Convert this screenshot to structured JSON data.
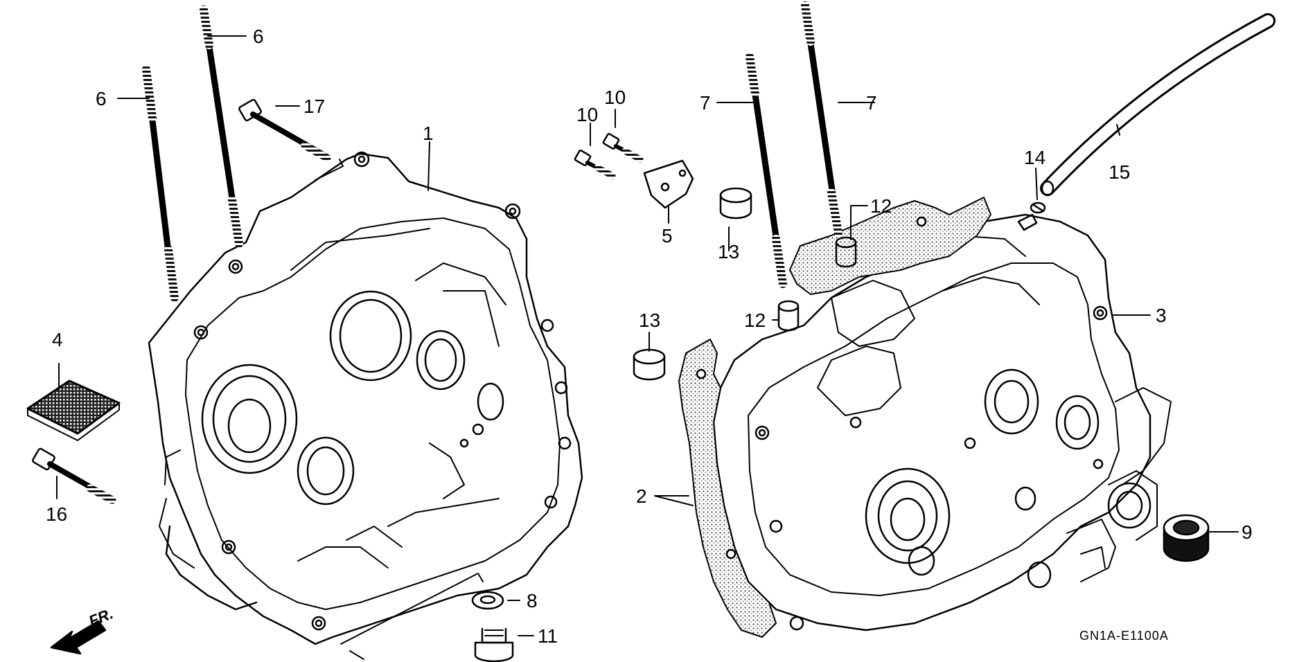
{
  "diagram": {
    "part_code": "GN1A-E1100A",
    "front_label": "FR.",
    "callouts": [
      "1",
      "2",
      "3",
      "4",
      "5",
      "6",
      "6",
      "7",
      "7",
      "8",
      "9",
      "10",
      "10",
      "11",
      "12",
      "12",
      "13",
      "13",
      "14",
      "15",
      "16",
      "17"
    ]
  },
  "colors": {
    "ink": "#000000",
    "paper": "#ffffff",
    "gasket": "#555555"
  }
}
